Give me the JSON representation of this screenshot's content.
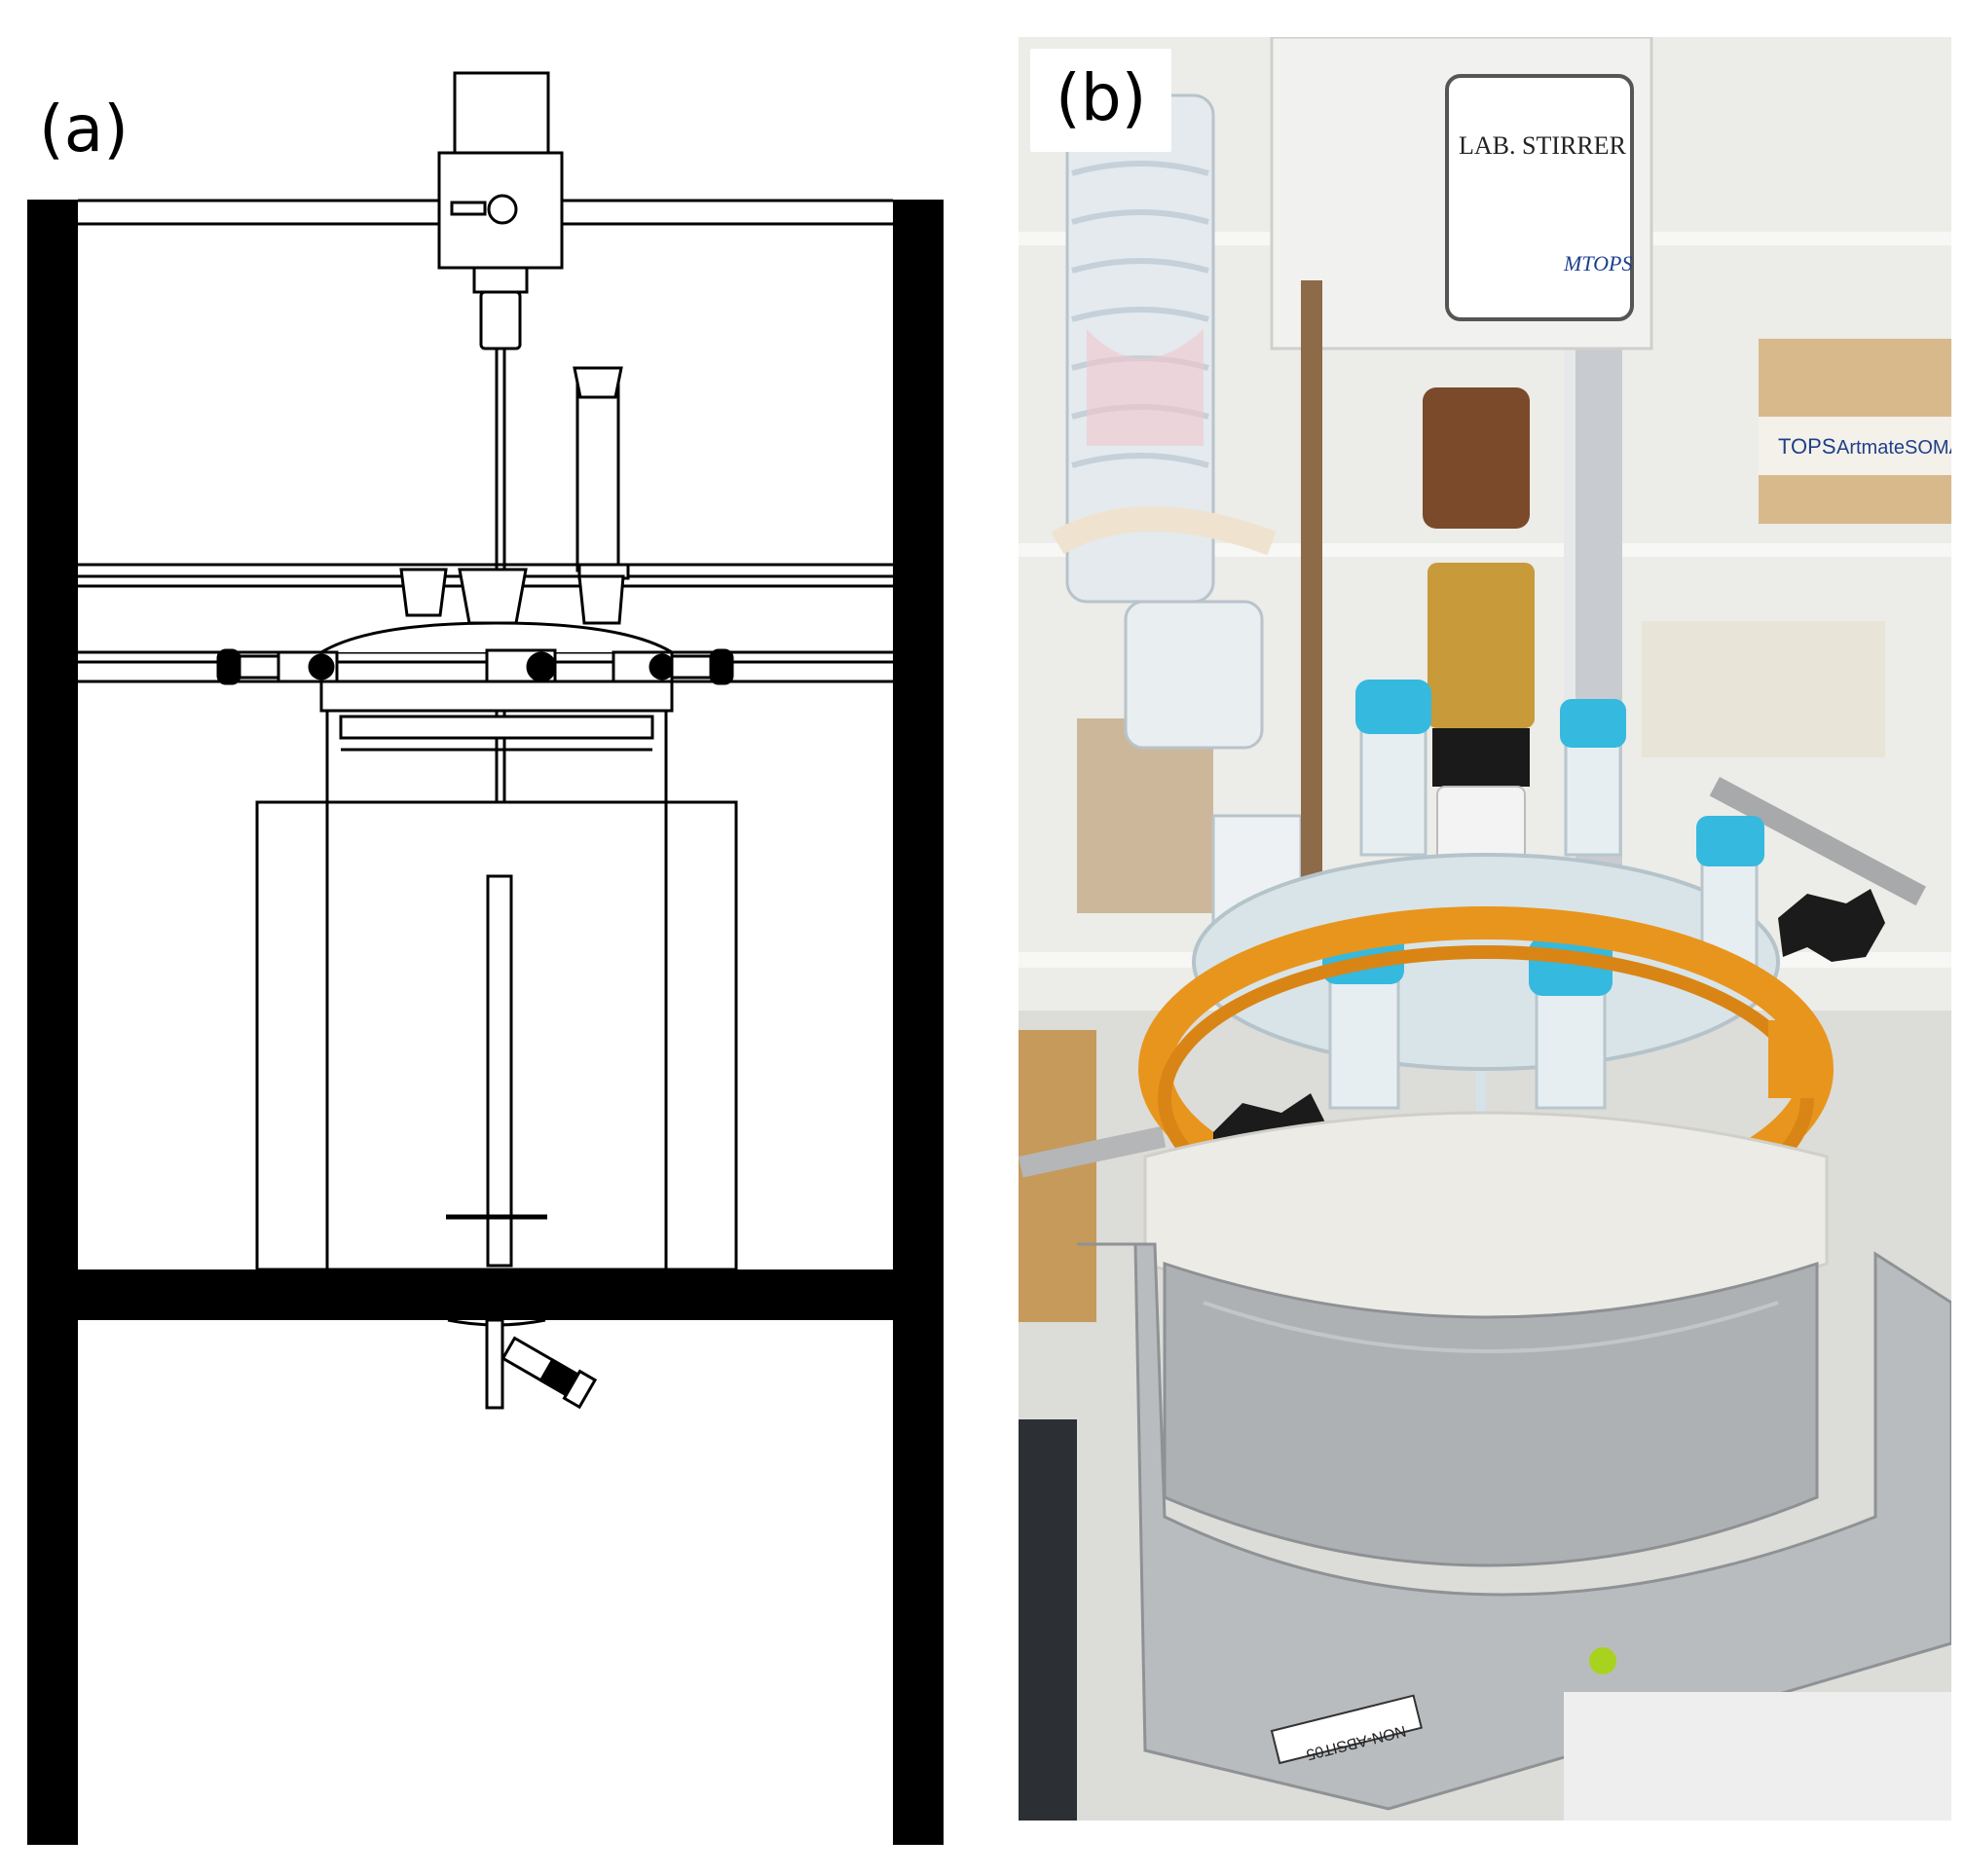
{
  "panels": {
    "a": {
      "label": "(a)"
    },
    "b": {
      "label": "(b)",
      "stirrer_brand_line1": "LAB. STIRRER",
      "stirrer_brand_line2": "MTOPS",
      "box_brand_left": "TOPS",
      "box_brand_mid": "Artmate",
      "box_brand_right": "SOMA",
      "base_sticker": "NON-ABSIT05"
    }
  },
  "colors": {
    "frame": "#000000",
    "outline": "#000000",
    "clamp_ring": "#e8951d",
    "stopper": "#35b9de",
    "insulation_white": "#ecebe6",
    "insulation_silver": "#aeb1b4",
    "steel": "#b9bcbf",
    "brass": "#c89a3a",
    "chuck": "#7a4a2a",
    "shelf": "#f3f3f1"
  }
}
